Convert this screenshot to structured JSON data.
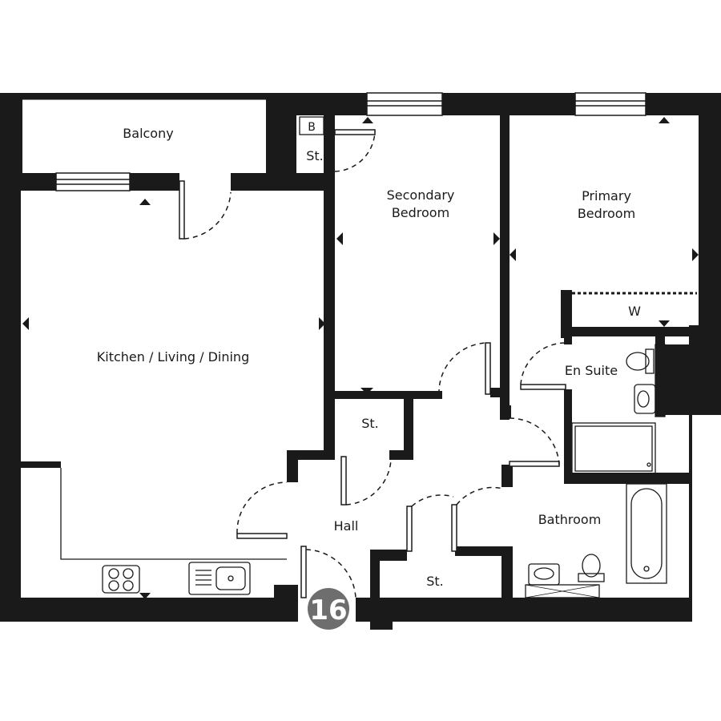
{
  "rooms": {
    "balcony": "Balcony",
    "store_boiler": "St.",
    "boiler_tag": "B",
    "secondary_bedroom_line1": "Secondary",
    "secondary_bedroom_line2": "Bedroom",
    "primary_bedroom_line1": "Primary",
    "primary_bedroom_line2": "Bedroom",
    "wardrobe": "W",
    "en_suite": "En Suite",
    "kitchen_living_dining": "Kitchen / Living / Dining",
    "store_hall": "St.",
    "hall": "Hall",
    "store_lower": "St.",
    "bathroom": "Bathroom"
  },
  "unit_number": "16",
  "colors": {
    "wall": "#1a1a1a",
    "badge": "#6e6e6e",
    "background": "#ffffff"
  }
}
